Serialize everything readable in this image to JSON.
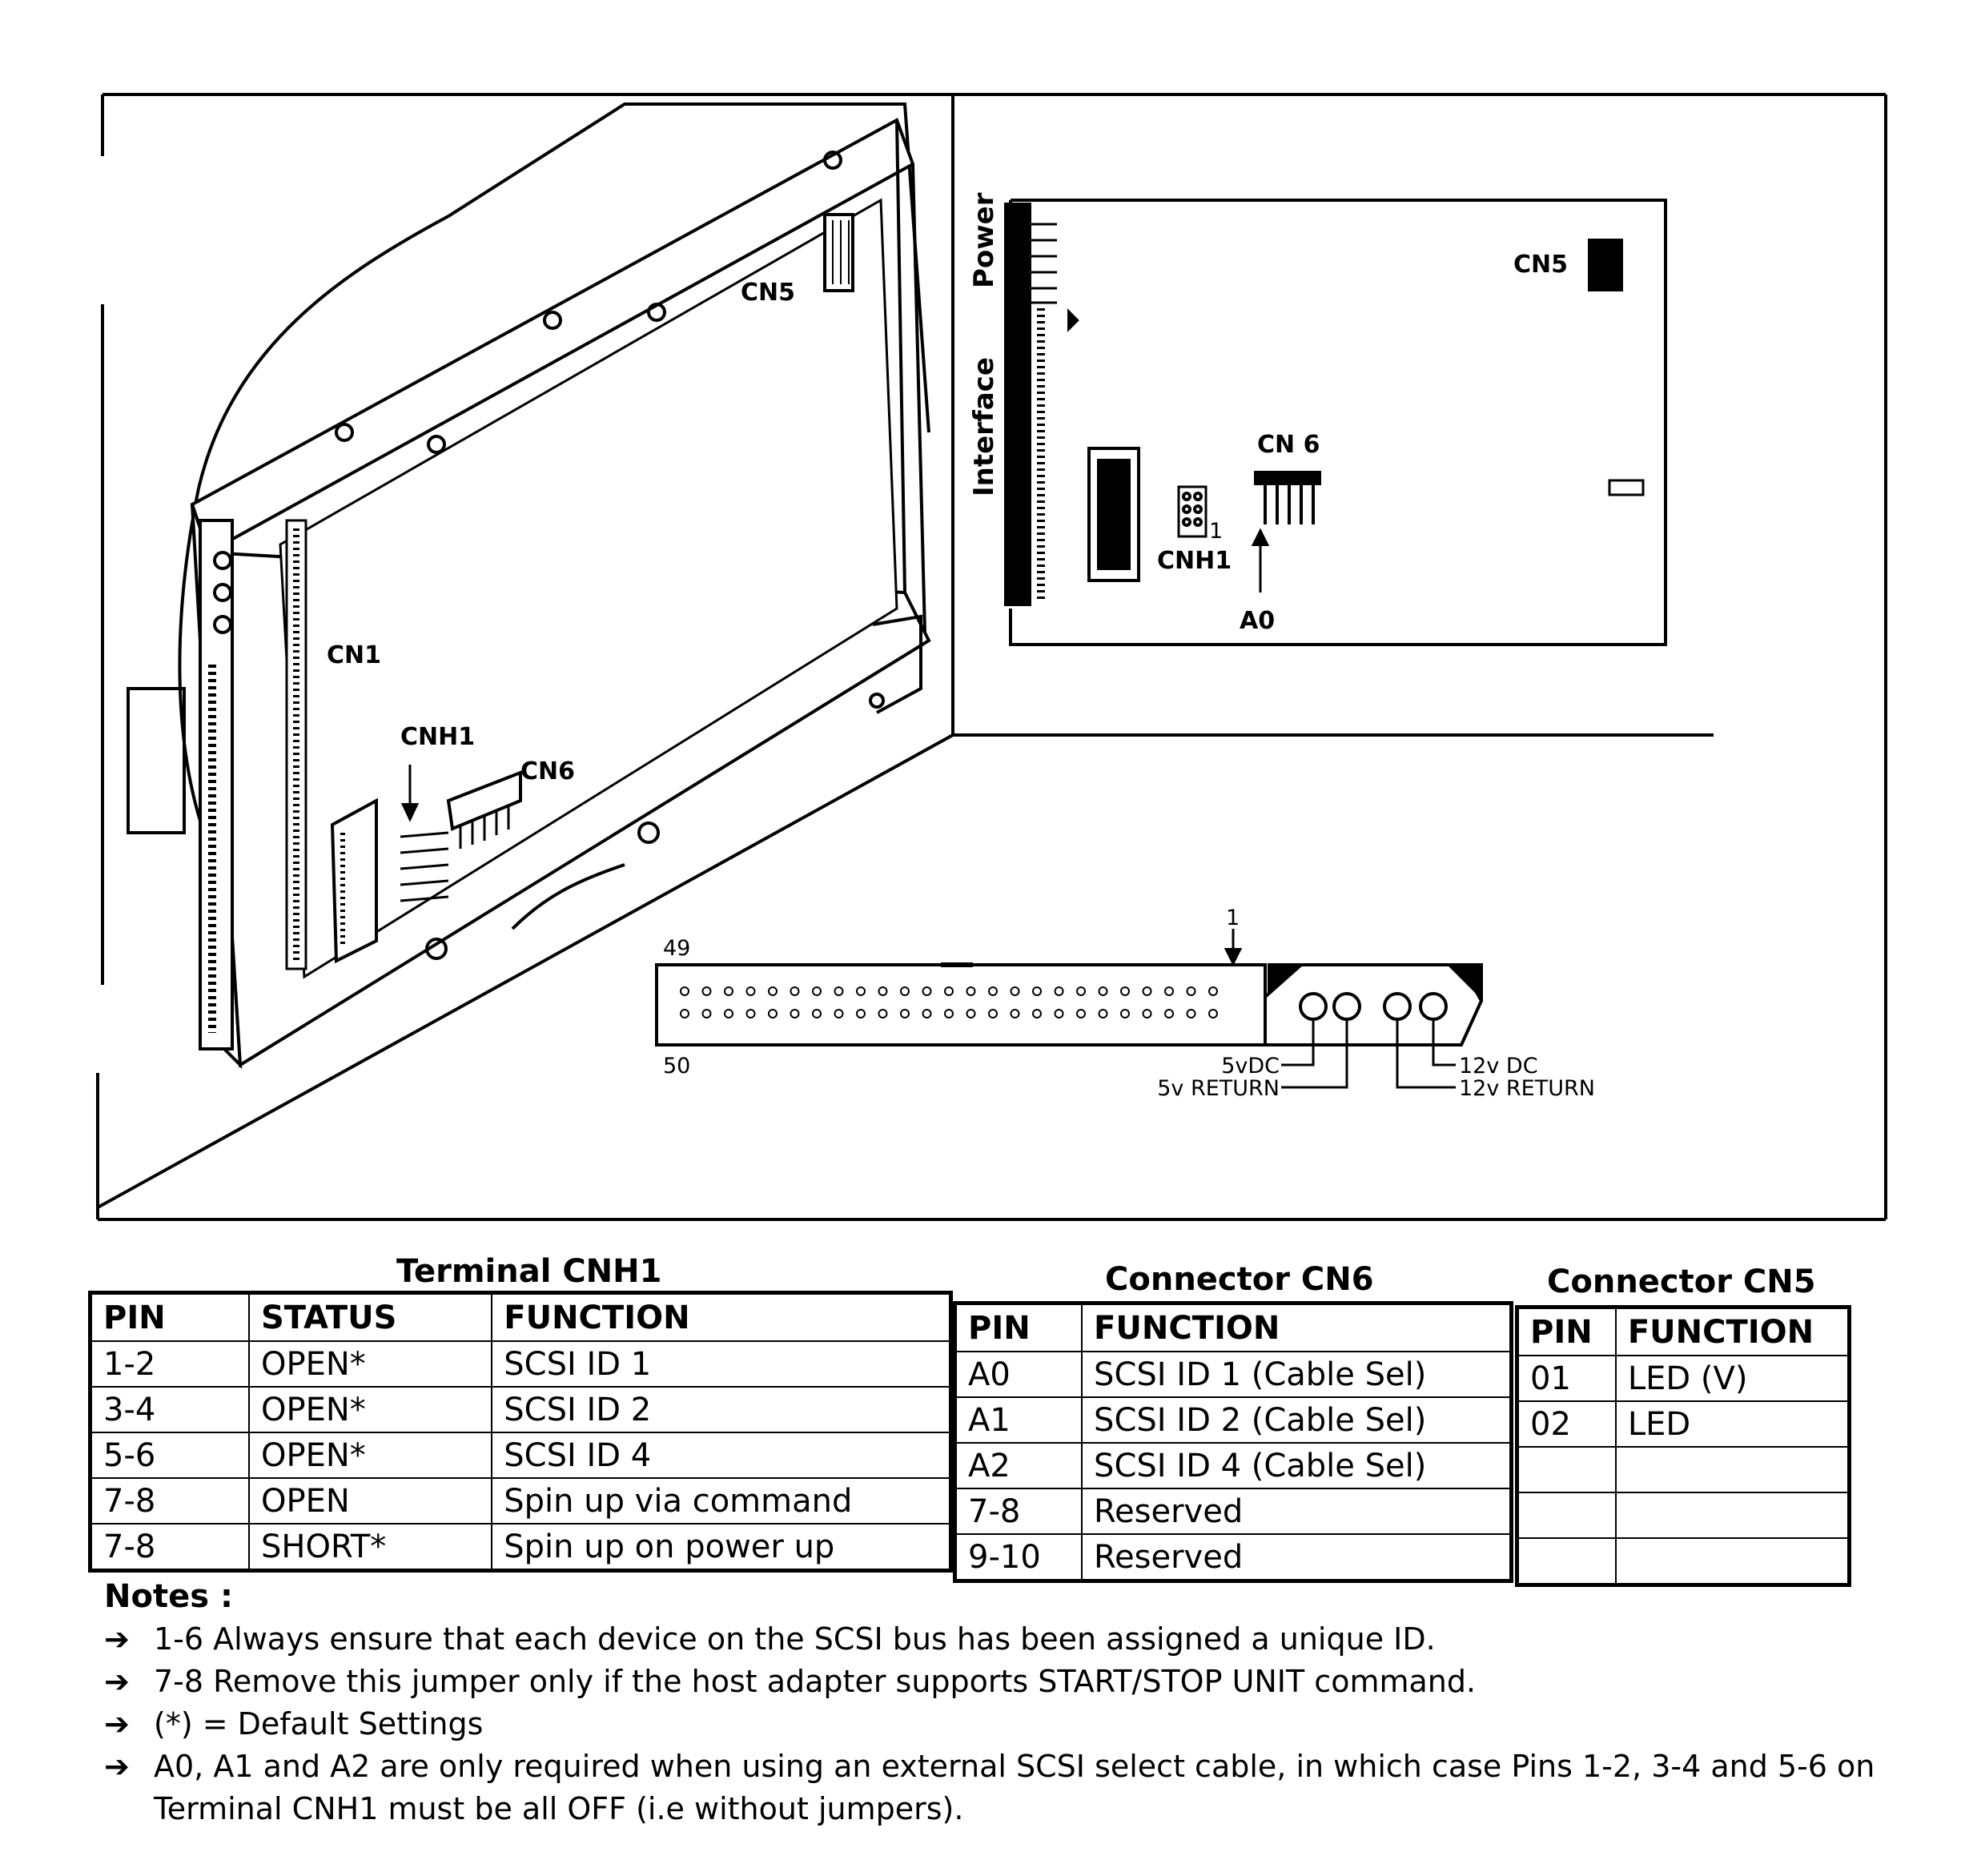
{
  "diagram": {
    "left": {
      "cn5": "CN5",
      "cn1": "CN1",
      "cnh1": "CNH1",
      "cn6": "CN6"
    },
    "right": {
      "power": "Power",
      "interface": "Interface",
      "cn5": "CN5",
      "cn6": "CN 6",
      "pin1": "1",
      "cnh1": "CNH1",
      "a0": "A0"
    },
    "connector": {
      "pin49": "49",
      "pin50": "50",
      "pin1": "1",
      "v5dc": "5vDC",
      "v5return": "5v RETURN",
      "v12dc": "12v DC",
      "v12return": "12v RETURN"
    }
  },
  "tables": {
    "cnh1": {
      "title": "Terminal CNH1",
      "headers": [
        "PIN",
        "STATUS",
        "FUNCTION"
      ],
      "rows": [
        [
          "1-2",
          "OPEN*",
          "SCSI ID 1"
        ],
        [
          "3-4",
          "OPEN*",
          "SCSI ID 2"
        ],
        [
          "5-6",
          "OPEN*",
          "SCSI ID 4"
        ],
        [
          "7-8",
          "OPEN",
          "Spin up via command"
        ],
        [
          "7-8",
          "SHORT*",
          "Spin up on power up"
        ]
      ]
    },
    "cn6": {
      "title": "Connector CN6",
      "headers": [
        "PIN",
        "FUNCTION"
      ],
      "rows": [
        [
          "A0",
          "SCSI ID 1 (Cable Sel)"
        ],
        [
          "A1",
          "SCSI ID 2 (Cable Sel)"
        ],
        [
          "A2",
          "SCSI ID 4 (Cable Sel)"
        ],
        [
          "7-8",
          "Reserved"
        ],
        [
          "9-10",
          "Reserved"
        ]
      ]
    },
    "cn5": {
      "title": "Connector CN5",
      "headers": [
        "PIN",
        "FUNCTION"
      ],
      "rows": [
        [
          "01",
          "LED (V)"
        ],
        [
          "02",
          "LED"
        ],
        [
          "",
          ""
        ],
        [
          "",
          ""
        ],
        [
          "",
          ""
        ]
      ]
    }
  },
  "notes": {
    "heading": "Notes :",
    "arrow": "➔",
    "items": [
      "1-6  Always ensure that each device on the SCSI bus has been assigned a unique ID.",
      "7-8  Remove this jumper only if the host adapter supports START/STOP UNIT command.",
      "(*) =  Default Settings",
      "A0, A1 and A2 are only required when using an external SCSI select cable, in which case Pins 1-2, 3-4 and 5-6 on Terminal CNH1 must be all OFF (i.e without jumpers)."
    ]
  }
}
